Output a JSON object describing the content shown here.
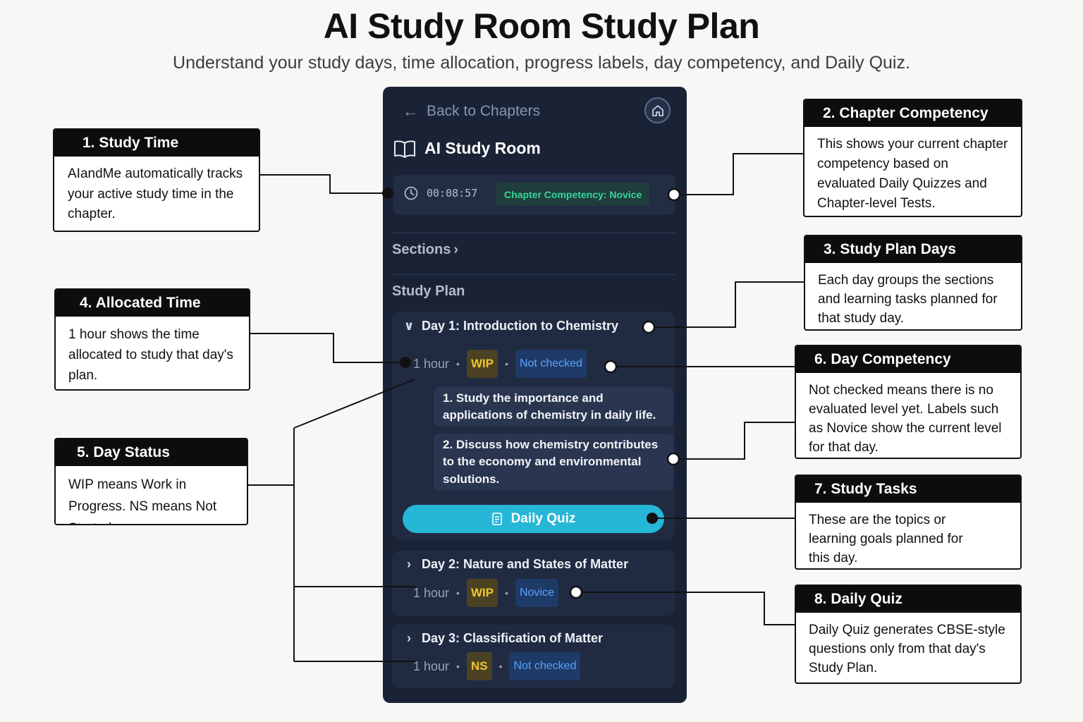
{
  "title": "AI Study Room Study Plan",
  "subtitle": "Understand your study days, time allocation, progress labels, day competency, and Daily Quiz.",
  "colors": {
    "panel_bg": "#1a2336",
    "card_bg": "#202b42",
    "accent_quiz": "#26b6d6",
    "competency_green": "#37d69a",
    "status_yellow": "#f1c52d",
    "competency_blue": "#5aa3ff"
  },
  "app": {
    "back_label": "Back to Chapters",
    "back_icon": "arrow-left-icon",
    "home_icon": "home-icon",
    "room_title": "AI Study Room",
    "room_icon": "open-book-icon",
    "timer": "00:08:57",
    "timer_icon": "clock-icon",
    "chapter_competency": "Chapter Competency: Novice",
    "sections_label": "Sections",
    "study_plan_label": "Study Plan",
    "days": [
      {
        "title": "Day 1: Introduction to Chemistry",
        "expanded": true,
        "time": "1 hour",
        "status": "WIP",
        "competency": "Not checked",
        "tasks": [
          "1. Study the importance and applications of chemistry in daily life.",
          "2. Discuss how chemistry contributes to the economy and environmental solutions."
        ]
      },
      {
        "title": "Day 2: Nature and States of Matter",
        "expanded": false,
        "time": "1 hour",
        "status": "WIP",
        "competency": "Novice"
      },
      {
        "title": "Day 3: Classification of Matter",
        "expanded": false,
        "time": "1 hour",
        "status": "NS",
        "competency": "Not checked"
      }
    ],
    "quiz_label": "Daily Quiz",
    "quiz_icon": "quiz-doc-icon"
  },
  "callouts": [
    {
      "title": "1. Study Time",
      "body": "AIandMe automatically tracks your active study time in the chapter."
    },
    {
      "title": "2. Chapter Competency",
      "body": "This shows your current chapter competency based on evaluated Daily Quizzes and Chapter-level Tests."
    },
    {
      "title": "3. Study Plan Days",
      "body": "Each day groups the sections and learning tasks planned for that study day."
    },
    {
      "title": "4. Allocated Time",
      "body": "1 hour shows the time allocated to study that day's plan."
    },
    {
      "title": "5. Day Status",
      "body": "WIP means Work in Progress. NS means Not Started."
    },
    {
      "title": "6. Day Competency",
      "body": "Not checked means there is no evaluated level yet. Labels such as Novice show the current level for that day."
    },
    {
      "title": "7. Study Tasks",
      "body": "These are the topics or learning goals planned for this day."
    },
    {
      "title": "8. Daily Quiz",
      "body": "Daily Quiz generates CBSE-style questions only from that day's Study Plan."
    }
  ]
}
